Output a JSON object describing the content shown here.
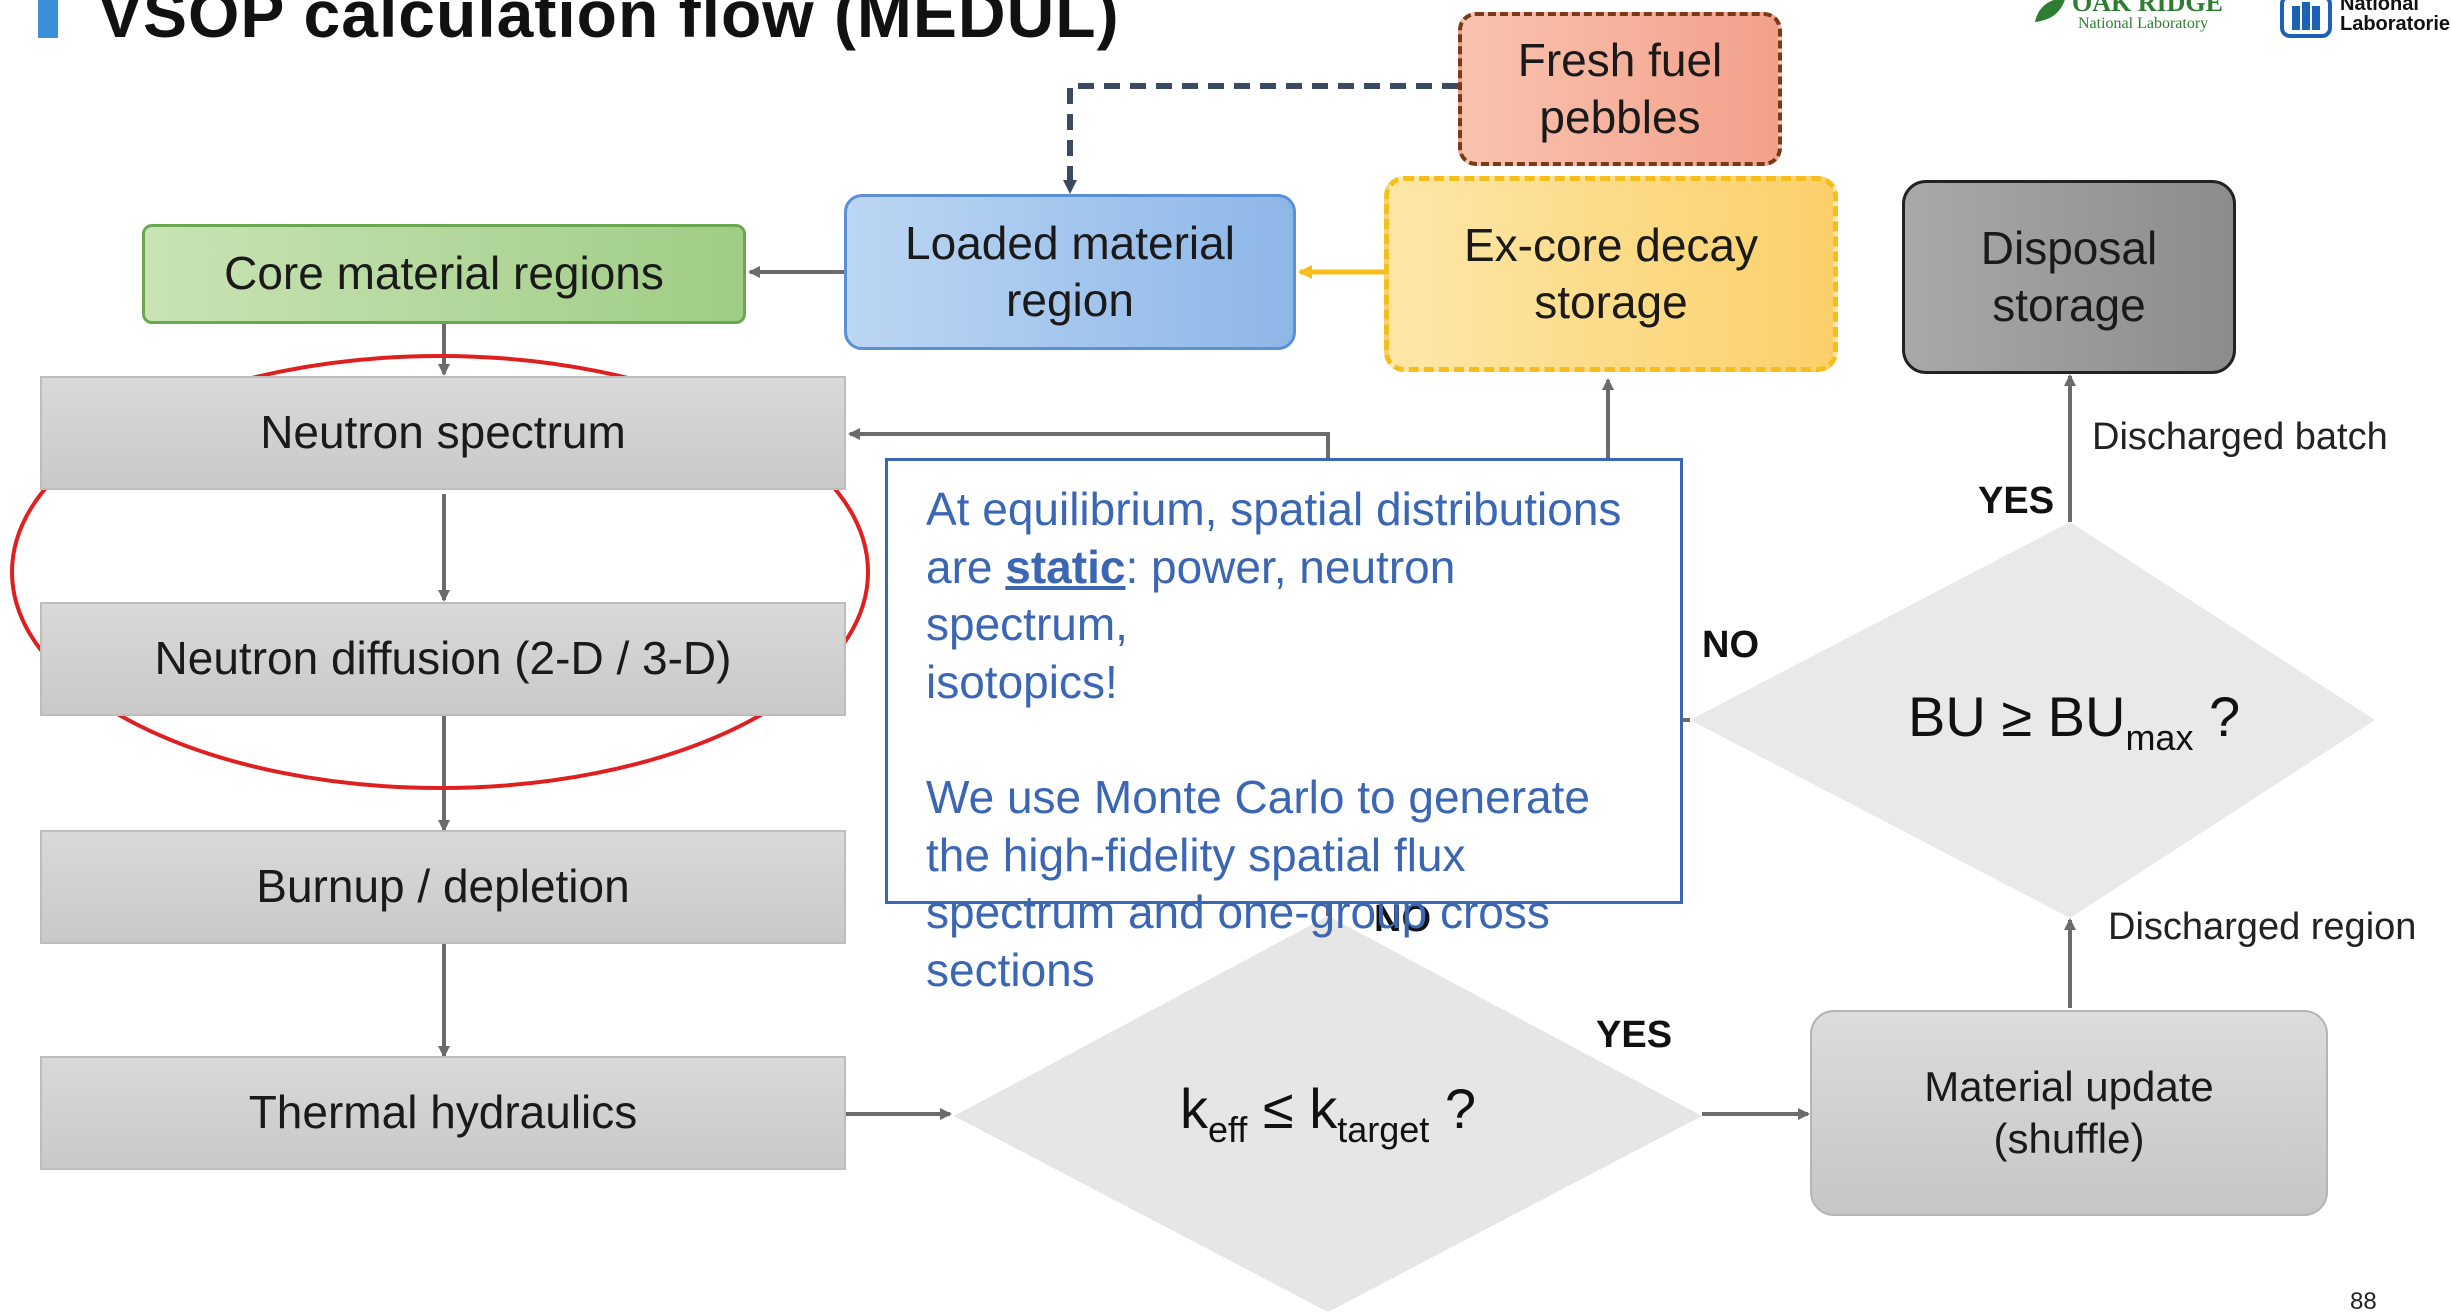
{
  "slide": {
    "title": "VSOP calculation flow (MEDUL)",
    "page_number": "88"
  },
  "logos": {
    "ornl_line1": "OAK RIDGE",
    "ornl_line2": "National Laboratory",
    "sandia_line1": "National",
    "sandia_line2": "Laboratories"
  },
  "boxes": {
    "core_material": "Core material regions",
    "neutron_spectrum": "Neutron spectrum",
    "neutron_diffusion": "Neutron diffusion (2-D / 3-D)",
    "burnup": "Burnup / depletion",
    "thermal_hydraulics": "Thermal hydraulics",
    "loaded_material": "Loaded material\nregion",
    "excore_storage": "Ex-core decay\nstorage",
    "fresh_fuel": "Fresh fuel\npebbles",
    "disposal": "Disposal\nstorage",
    "material_update": "Material update\n(shuffle)"
  },
  "decisions": {
    "keff_base": "k",
    "keff_sub": "eff",
    "keff_op": " ≤ k",
    "keff_target_sub": "target",
    "keff_q": " ?",
    "bu_base": "BU ≥ BU",
    "bu_sub": "max",
    "bu_q": " ?"
  },
  "labels": {
    "yes_keff": "YES",
    "no_keff": "NO",
    "yes_bu": "YES",
    "no_bu": "NO",
    "discharged_region": "Discharged region",
    "discharged_batch": "Discharged batch"
  },
  "note": {
    "line1_a": "At equilibrium, spatial distributions",
    "line2_a": "are ",
    "line2_static": "static",
    "line2_b": ": power, neutron spectrum,",
    "line3": "isotopics!",
    "para2": "We use Monte Carlo to generate the high-fidelity spatial flux spectrum and one-group cross sections"
  },
  "colors": {
    "arrow": "#6b6b6b",
    "dashed_arrow": "#3b4a63",
    "yellow_arrow": "#f6be1c",
    "highlight_ellipse": "#e02020",
    "note_text": "#3a66b4"
  }
}
